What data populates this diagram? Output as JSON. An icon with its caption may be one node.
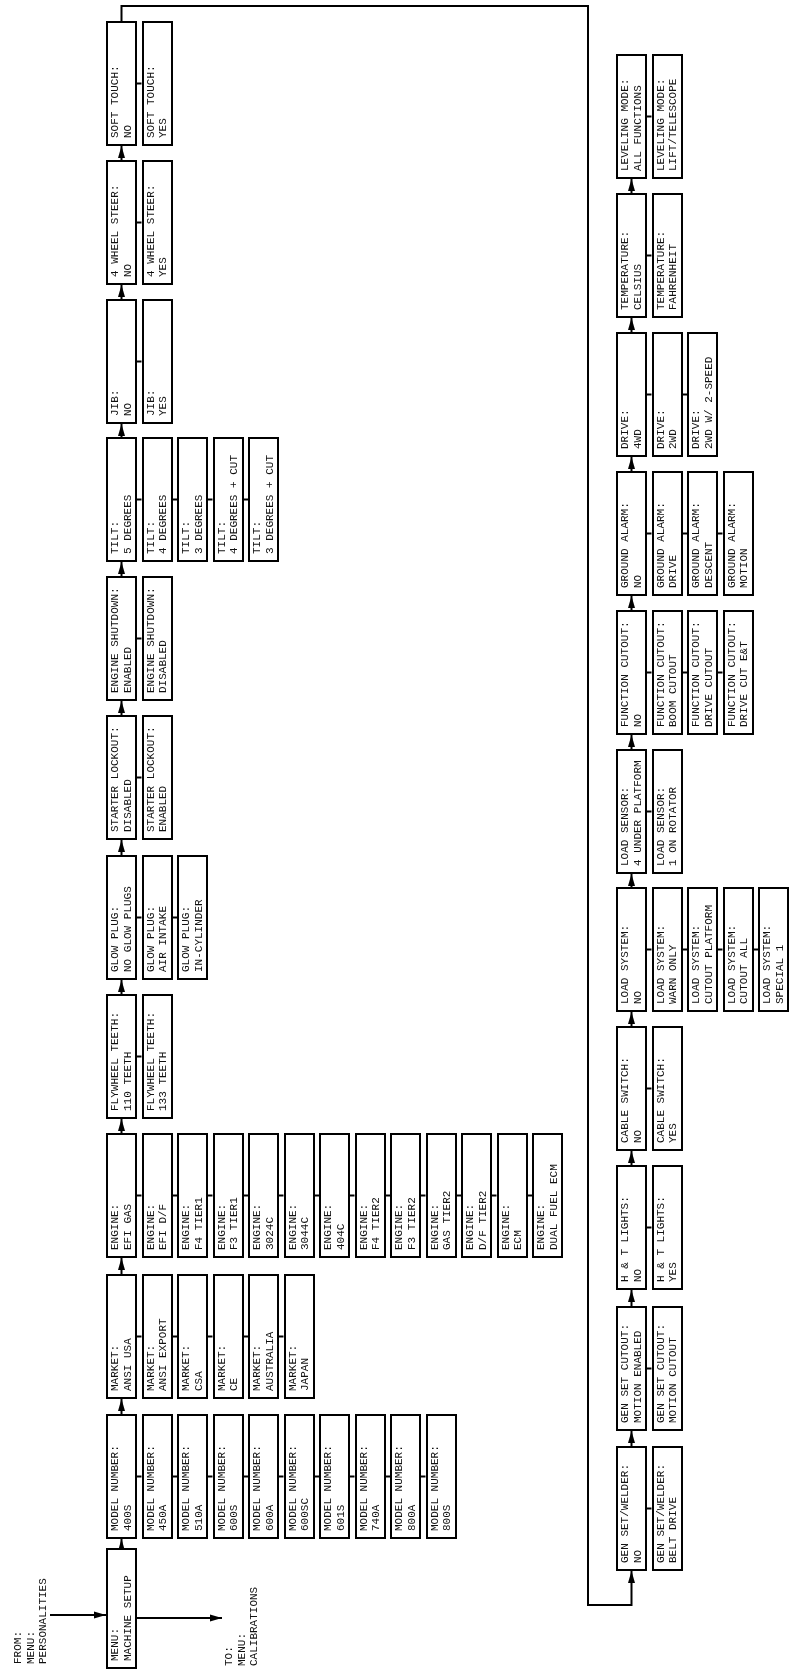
{
  "diagram": {
    "nodes": [
      {
        "text": [
          "FROM:",
          "MENU:",
          "PERSONALITIES"
        ]
      },
      {
        "text": [
          "MENU:",
          "MACHINE SETUP"
        ]
      },
      {
        "text": [
          "TO:",
          "MENU:",
          "CALIBRATIONS"
        ]
      },
      {
        "text": [
          "MODEL NUMBER:",
          "400S"
        ]
      },
      {
        "text": [
          "MODEL NUMBER:",
          "450A"
        ]
      },
      {
        "text": [
          "MODEL NUMBER:",
          "510A"
        ]
      },
      {
        "text": [
          "MODEL NUMBER:",
          "600S"
        ]
      },
      {
        "text": [
          "MODEL NUMBER:",
          "600A"
        ]
      },
      {
        "text": [
          "MODEL NUMBER:",
          "600SC"
        ]
      },
      {
        "text": [
          "MODEL NUMBER:",
          "601S"
        ]
      },
      {
        "text": [
          "MODEL NUMBER:",
          "740A"
        ]
      },
      {
        "text": [
          "MODEL NUMBER:",
          "800A"
        ]
      },
      {
        "text": [
          "MODEL NUMBER:",
          "800S"
        ]
      },
      {
        "text": [
          "MARKET:",
          "ANSI USA"
        ]
      },
      {
        "text": [
          "MARKET:",
          "ANSI EXPORT"
        ]
      },
      {
        "text": [
          "MARKET:",
          "CSA"
        ]
      },
      {
        "text": [
          "MARKET:",
          "CE"
        ]
      },
      {
        "text": [
          "MARKET:",
          "AUSTRALIA"
        ]
      },
      {
        "text": [
          "MARKET:",
          "JAPAN"
        ]
      },
      {
        "text": [
          "ENGINE:",
          "EFI GAS"
        ]
      },
      {
        "text": [
          "ENGINE:",
          "EFI D/F"
        ]
      },
      {
        "text": [
          "ENGINE:",
          "F4 TIER1"
        ]
      },
      {
        "text": [
          "ENGINE:",
          "F3 TIER1"
        ]
      },
      {
        "text": [
          "ENGINE:",
          "3024C"
        ]
      },
      {
        "text": [
          "ENGINE:",
          "3044C"
        ]
      },
      {
        "text": [
          "ENGINE:",
          "404C"
        ]
      },
      {
        "text": [
          "ENGINE:",
          "F4 TIER2"
        ]
      },
      {
        "text": [
          "ENGINE:",
          "F3 TIER2"
        ]
      },
      {
        "text": [
          "ENGINE:",
          "GAS TIER2"
        ]
      },
      {
        "text": [
          "ENGINE:",
          "D/F TIER2"
        ]
      },
      {
        "text": [
          "ENGINE:",
          "ECM"
        ]
      },
      {
        "text": [
          "ENGINE:",
          "DUAL FUEL ECM"
        ]
      },
      {
        "text": [
          "FLYWHEEL TEETH:",
          "110 TEETH"
        ]
      },
      {
        "text": [
          "FLYWHEEL TEETH:",
          "133 TEETH"
        ]
      },
      {
        "text": [
          "GLOW PLUG:",
          "NO GLOW PLUGS"
        ]
      },
      {
        "text": [
          "GLOW PLUG:",
          "AIR INTAKE"
        ]
      },
      {
        "text": [
          "GLOW PLUG:",
          "IN-CYLINDER"
        ]
      },
      {
        "text": [
          "STARTER LOCKOUT:",
          "DISABLED"
        ]
      },
      {
        "text": [
          "STARTER LOCKOUT:",
          "ENABLED"
        ]
      },
      {
        "text": [
          "ENGINE SHUTDOWN:",
          "ENABLED"
        ]
      },
      {
        "text": [
          "ENGINE SHUTDOWN:",
          "DISABLED"
        ]
      },
      {
        "text": [
          "TILT:",
          "5 DEGREES"
        ]
      },
      {
        "text": [
          "TILT:",
          "4 DEGREES"
        ]
      },
      {
        "text": [
          "TILT:",
          "3 DEGREES"
        ]
      },
      {
        "text": [
          "TILT:",
          "4 DEGREES + CUT"
        ]
      },
      {
        "text": [
          "TILT:",
          "3 DEGREES + CUT"
        ]
      },
      {
        "text": [
          "JIB:",
          "NO"
        ]
      },
      {
        "text": [
          "JIB:",
          "YES"
        ]
      },
      {
        "text": [
          "4 WHEEL STEER:",
          "NO"
        ]
      },
      {
        "text": [
          "4 WHEEL STEER:",
          "YES"
        ]
      },
      {
        "text": [
          "SOFT TOUCH:",
          "NO"
        ]
      },
      {
        "text": [
          "SOFT TOUCH:",
          "YES"
        ]
      },
      {
        "text": [
          "GEN SET/WELDER:",
          "NO"
        ]
      },
      {
        "text": [
          "GEN SET/WELDER:",
          "BELT DRIVE"
        ]
      },
      {
        "text": [
          "GEN SET CUTOUT:",
          "MOTION ENABLED"
        ]
      },
      {
        "text": [
          "GEN SET CUTOUT:",
          "MOTION CUTOUT"
        ]
      },
      {
        "text": [
          "H & T LIGHTS:",
          "NO"
        ]
      },
      {
        "text": [
          "H & T LIGHTS:",
          "YES"
        ]
      },
      {
        "text": [
          "CABLE SWITCH:",
          "NO"
        ]
      },
      {
        "text": [
          "CABLE SWITCH:",
          "YES"
        ]
      },
      {
        "text": [
          "LOAD SYSTEM:",
          "NO"
        ]
      },
      {
        "text": [
          "LOAD SYSTEM:",
          "WARN ONLY"
        ]
      },
      {
        "text": [
          "LOAD SYSTEM:",
          "CUTOUT PLATFORM"
        ]
      },
      {
        "text": [
          "LOAD SYSTEM:",
          "CUTOUT ALL"
        ]
      },
      {
        "text": [
          "LOAD SYSTEM:",
          "SPECIAL 1"
        ]
      },
      {
        "text": [
          "LOAD SENSOR:",
          "4 UNDER PLATFORM"
        ]
      },
      {
        "text": [
          "LOAD SENSOR:",
          "1 ON ROTATOR"
        ]
      },
      {
        "text": [
          "FUNCTION CUTOUT:",
          "NO"
        ]
      },
      {
        "text": [
          "FUNCTION CUTOUT:",
          "BOOM CUTOUT"
        ]
      },
      {
        "text": [
          "FUNCTION CUTOUT:",
          "DRIVE CUTOUT"
        ]
      },
      {
        "text": [
          "FUNCTION CUTOUT:",
          "DRIVE CUT E&T"
        ]
      },
      {
        "text": [
          "GROUND ALARM:",
          "NO"
        ]
      },
      {
        "text": [
          "GROUND ALARM:",
          "DRIVE"
        ]
      },
      {
        "text": [
          "GROUND ALARM:",
          "DESCENT"
        ]
      },
      {
        "text": [
          "GROUND ALARM:",
          "MOTION"
        ]
      },
      {
        "text": [
          "DRIVE:",
          "4WD"
        ]
      },
      {
        "text": [
          "DRIVE:",
          "2WD"
        ]
      },
      {
        "text": [
          "DRIVE:",
          "2WD W/ 2-SPEED"
        ]
      },
      {
        "text": [
          "TEMPERATURE:",
          "CELSIUS"
        ]
      },
      {
        "text": [
          "TEMPERATURE:",
          "FAHRENHEIT"
        ]
      },
      {
        "text": [
          "LEVELING MODE:",
          "ALL FUNCTIONS"
        ]
      },
      {
        "text": [
          "LEVELING MODE:",
          "LIFT/TELESCOPE"
        ]
      }
    ],
    "edges": [
      {
        "from": 0,
        "to": 1,
        "arrow": "to"
      },
      {
        "from": 1,
        "to": 2,
        "arrow": "to"
      },
      {
        "from": 1,
        "to": 3,
        "arrow": "to"
      },
      {
        "from": 3,
        "to": 13,
        "arrow": "to"
      },
      {
        "from": 13,
        "to": 19,
        "arrow": "to"
      },
      {
        "from": 19,
        "to": 32,
        "arrow": "to"
      },
      {
        "from": 32,
        "to": 34,
        "arrow": "to"
      },
      {
        "from": 34,
        "to": 37,
        "arrow": "to"
      },
      {
        "from": 37,
        "to": 39,
        "arrow": "to"
      },
      {
        "from": 39,
        "to": 41,
        "arrow": "to"
      },
      {
        "from": 41,
        "to": 46,
        "arrow": "to"
      },
      {
        "from": 46,
        "to": 48,
        "arrow": "to"
      },
      {
        "from": 48,
        "to": 50,
        "arrow": "to"
      },
      {
        "from": 50,
        "to": 52,
        "arrow": "to"
      },
      {
        "from": 52,
        "to": 54,
        "arrow": "to"
      },
      {
        "from": 54,
        "to": 56,
        "arrow": "to"
      },
      {
        "from": 56,
        "to": 58,
        "arrow": "to"
      },
      {
        "from": 58,
        "to": 60,
        "arrow": "to"
      },
      {
        "from": 60,
        "to": 65,
        "arrow": "to"
      },
      {
        "from": 65,
        "to": 67,
        "arrow": "to"
      },
      {
        "from": 67,
        "to": 71,
        "arrow": "to"
      },
      {
        "from": 71,
        "to": 75,
        "arrow": "to"
      },
      {
        "from": 75,
        "to": 78,
        "arrow": "to"
      },
      {
        "from": 78,
        "to": 80,
        "arrow": "to"
      },
      {
        "from": 3,
        "to": 4,
        "arrow": "none"
      },
      {
        "from": 4,
        "to": 5,
        "arrow": "none"
      },
      {
        "from": 5,
        "to": 6,
        "arrow": "none"
      },
      {
        "from": 6,
        "to": 7,
        "arrow": "none"
      },
      {
        "from": 7,
        "to": 8,
        "arrow": "none"
      },
      {
        "from": 8,
        "to": 9,
        "arrow": "none"
      },
      {
        "from": 9,
        "to": 10,
        "arrow": "none"
      },
      {
        "from": 10,
        "to": 11,
        "arrow": "none"
      },
      {
        "from": 11,
        "to": 12,
        "arrow": "none"
      },
      {
        "from": 13,
        "to": 14,
        "arrow": "none"
      },
      {
        "from": 14,
        "to": 15,
        "arrow": "none"
      },
      {
        "from": 15,
        "to": 16,
        "arrow": "none"
      },
      {
        "from": 16,
        "to": 17,
        "arrow": "none"
      },
      {
        "from": 17,
        "to": 18,
        "arrow": "none"
      },
      {
        "from": 19,
        "to": 20,
        "arrow": "none"
      },
      {
        "from": 20,
        "to": 21,
        "arrow": "none"
      },
      {
        "from": 21,
        "to": 22,
        "arrow": "none"
      },
      {
        "from": 22,
        "to": 23,
        "arrow": "none"
      },
      {
        "from": 23,
        "to": 24,
        "arrow": "none"
      },
      {
        "from": 24,
        "to": 25,
        "arrow": "none"
      },
      {
        "from": 25,
        "to": 26,
        "arrow": "none"
      },
      {
        "from": 26,
        "to": 27,
        "arrow": "none"
      },
      {
        "from": 27,
        "to": 28,
        "arrow": "none"
      },
      {
        "from": 28,
        "to": 29,
        "arrow": "none"
      },
      {
        "from": 29,
        "to": 30,
        "arrow": "none"
      },
      {
        "from": 30,
        "to": 31,
        "arrow": "none"
      },
      {
        "from": 32,
        "to": 33,
        "arrow": "none"
      },
      {
        "from": 34,
        "to": 35,
        "arrow": "none"
      },
      {
        "from": 35,
        "to": 36,
        "arrow": "none"
      },
      {
        "from": 37,
        "to": 38,
        "arrow": "none"
      },
      {
        "from": 39,
        "to": 40,
        "arrow": "none"
      },
      {
        "from": 41,
        "to": 42,
        "arrow": "none"
      },
      {
        "from": 42,
        "to": 43,
        "arrow": "none"
      },
      {
        "from": 43,
        "to": 44,
        "arrow": "none"
      },
      {
        "from": 44,
        "to": 45,
        "arrow": "none"
      },
      {
        "from": 46,
        "to": 47,
        "arrow": "none"
      },
      {
        "from": 48,
        "to": 49,
        "arrow": "none"
      },
      {
        "from": 50,
        "to": 51,
        "arrow": "none"
      },
      {
        "from": 52,
        "to": 53,
        "arrow": "none"
      },
      {
        "from": 54,
        "to": 55,
        "arrow": "none"
      },
      {
        "from": 56,
        "to": 57,
        "arrow": "none"
      },
      {
        "from": 58,
        "to": 59,
        "arrow": "none"
      },
      {
        "from": 60,
        "to": 61,
        "arrow": "none"
      },
      {
        "from": 61,
        "to": 62,
        "arrow": "none"
      },
      {
        "from": 62,
        "to": 63,
        "arrow": "none"
      },
      {
        "from": 63,
        "to": 64,
        "arrow": "none"
      },
      {
        "from": 65,
        "to": 66,
        "arrow": "none"
      },
      {
        "from": 67,
        "to": 68,
        "arrow": "none"
      },
      {
        "from": 68,
        "to": 69,
        "arrow": "none"
      },
      {
        "from": 69,
        "to": 70,
        "arrow": "none"
      },
      {
        "from": 71,
        "to": 72,
        "arrow": "none"
      },
      {
        "from": 72,
        "to": 73,
        "arrow": "none"
      },
      {
        "from": 73,
        "to": 74,
        "arrow": "none"
      },
      {
        "from": 75,
        "to": 76,
        "arrow": "none"
      },
      {
        "from": 76,
        "to": 77,
        "arrow": "none"
      },
      {
        "from": 78,
        "to": 79,
        "arrow": "none"
      },
      {
        "from": 80,
        "to": 81,
        "arrow": "none"
      }
    ]
  }
}
